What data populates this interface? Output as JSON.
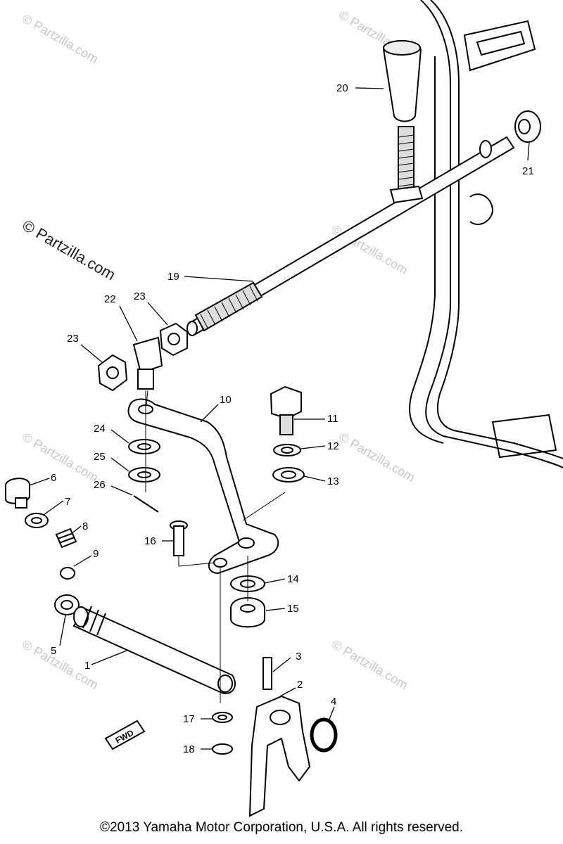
{
  "watermark": {
    "text": "© Partzilla.com",
    "color": "#c8c8c8"
  },
  "copyright": "©2013  Yamaha Motor Corporation, U.S.A. All rights reserved.",
  "direction_marker": "FWD",
  "callouts": {
    "c1": "1",
    "c2": "2",
    "c3": "3",
    "c4": "4",
    "c5": "5",
    "c6": "6",
    "c7": "7",
    "c8": "8",
    "c9": "9",
    "c10": "10",
    "c11": "11",
    "c12": "12",
    "c13": "13",
    "c14": "14",
    "c15": "15",
    "c16": "16",
    "c17": "17",
    "c18": "18",
    "c19": "19",
    "c20": "20",
    "c21": "21",
    "c22": "22",
    "c23a": "23",
    "c23b": "23",
    "c24": "24",
    "c25": "25",
    "c26": "26"
  }
}
